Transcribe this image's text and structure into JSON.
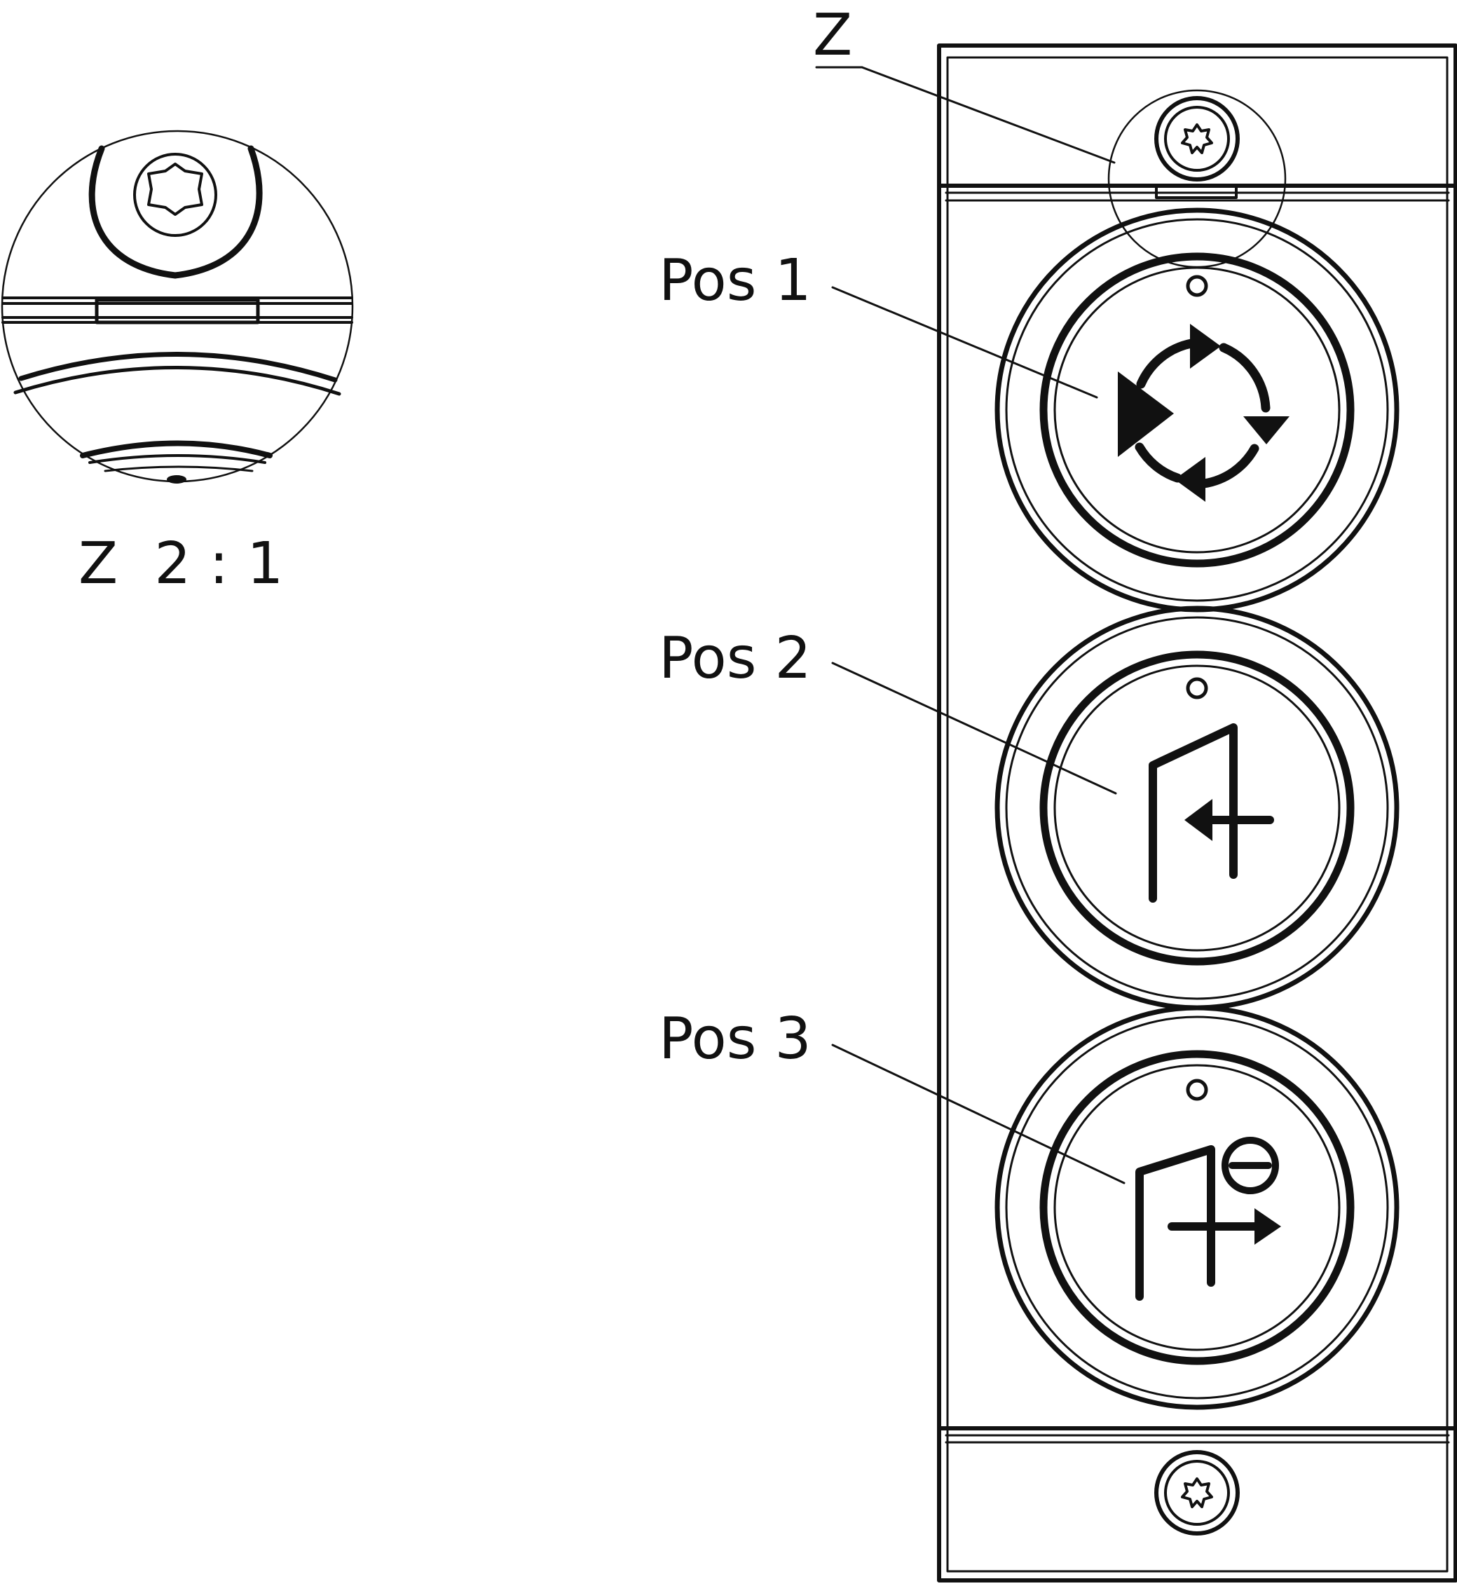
{
  "labels": {
    "detail_ref": "Z",
    "pos1": "Pos 1",
    "pos2": "Pos 2",
    "pos3": "Pos 3",
    "detail_scale": "Z  2 : 1"
  },
  "colors": {
    "ink": "#111111",
    "paper": "#ffffff"
  },
  "icons": {
    "pos1": "start-cycle-icon",
    "pos2": "reference-return-icon",
    "pos3": "reference-minus-icon",
    "screw": "torx-screw-icon"
  }
}
